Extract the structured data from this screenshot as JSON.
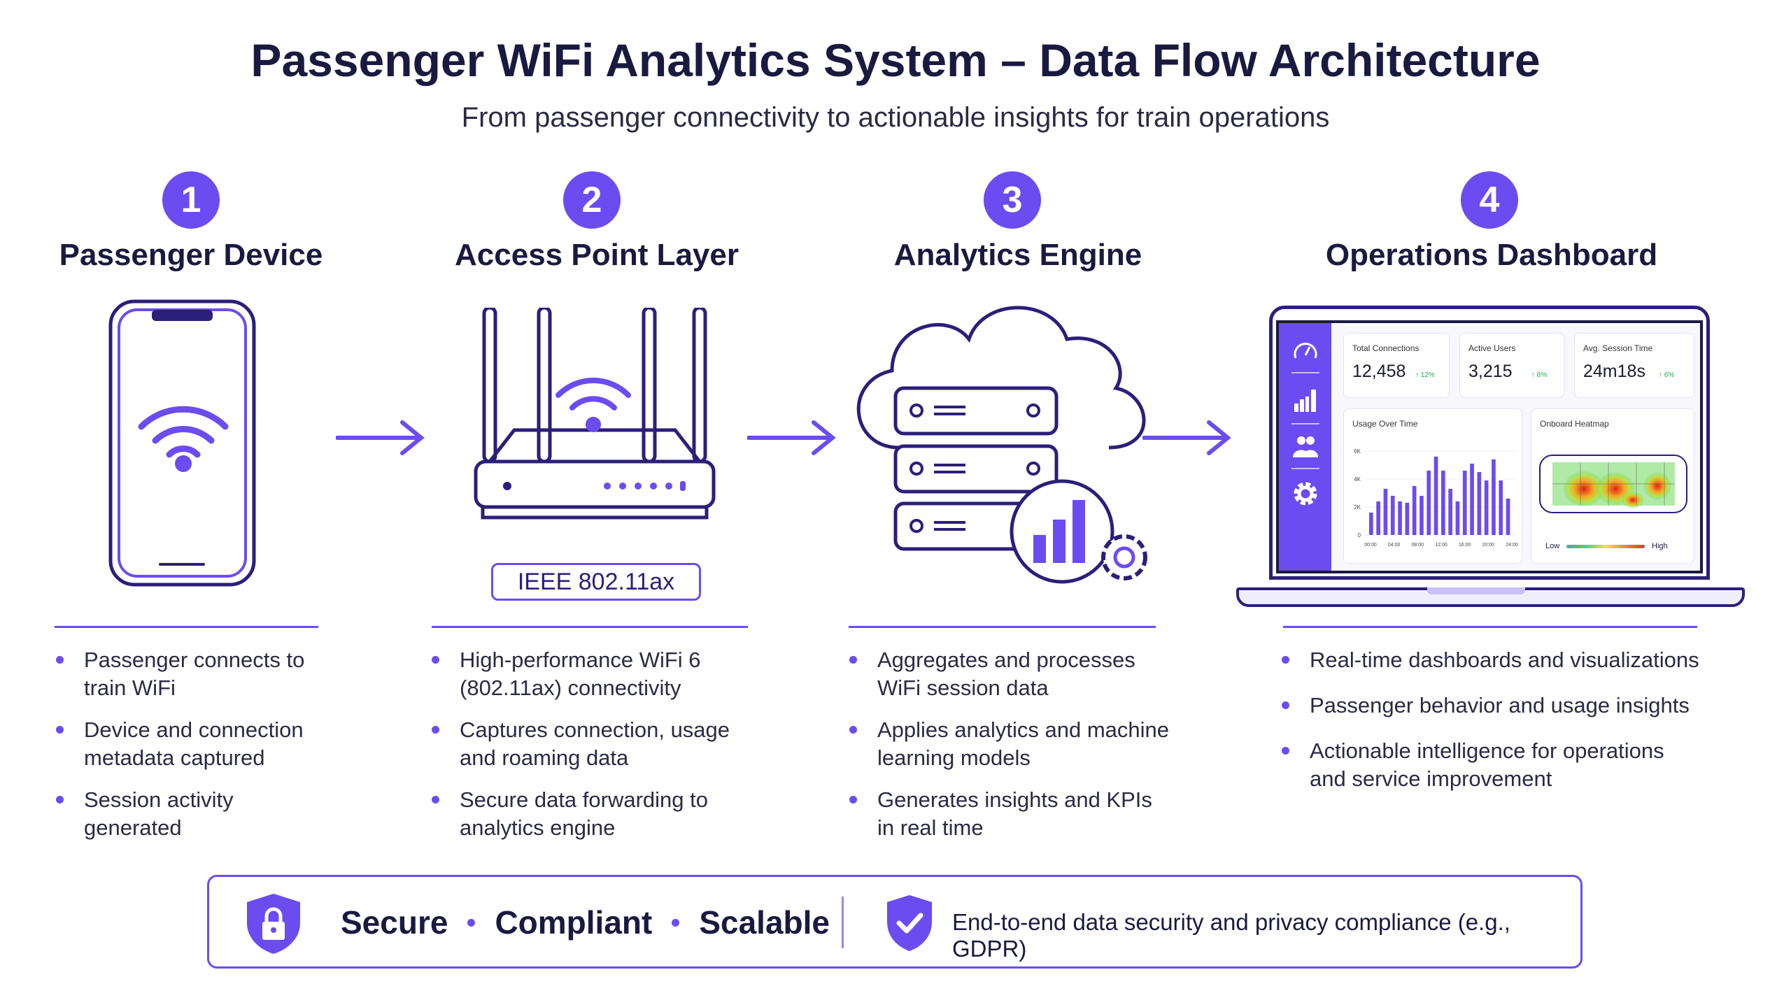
{
  "header": {
    "title": "Passenger WiFi Analytics System – Data Flow Architecture",
    "subtitle": "From passenger connectivity to actionable insights for train operations"
  },
  "accent_color": "#6b4cf0",
  "steps": [
    {
      "number": "1",
      "title": "Passenger Device",
      "icon": "smartphone-wifi-icon",
      "bullets": [
        "Passenger connects to\ntrain WiFi",
        "Device and connection\nmetadata captured",
        "Session activity generated"
      ]
    },
    {
      "number": "2",
      "title": "Access Point Layer",
      "icon": "wifi-router-icon",
      "badge": "IEEE 802.11ax",
      "bullets": [
        "High-performance WiFi 6\n(802.11ax) connectivity",
        "Captures connection, usage\nand roaming data",
        "Secure data forwarding to\nanalytics engine"
      ]
    },
    {
      "number": "3",
      "title": "Analytics Engine",
      "icon": "cloud-server-icon",
      "bullets": [
        "Aggregates and processes\nWiFi session data",
        "Applies analytics and machine\nlearning models",
        "Generates insights and KPIs\nin real time"
      ]
    },
    {
      "number": "4",
      "title": "Operations Dashboard",
      "icon": "laptop-dashboard-icon",
      "bullets": [
        "Real-time dashboards and visualizations",
        "Passenger behavior and usage insights",
        "Actionable intelligence for operations\nand service improvement"
      ]
    }
  ],
  "dashboard": {
    "sidebar_icons": [
      "gauge-icon",
      "bar-chart-icon",
      "users-icon",
      "gear-icon"
    ],
    "kpis": [
      {
        "label": "Total Connections",
        "value": "12,458",
        "delta": "↑ 12%"
      },
      {
        "label": "Active Users",
        "value": "3,215",
        "delta": "↑ 8%"
      },
      {
        "label": "Avg. Session Time",
        "value": "24m18s",
        "delta": "↑ 6%"
      }
    ],
    "usage_title": "Usage Over Time",
    "heatmap_title": "Onboard Heatmap",
    "heatmap_low": "Low",
    "heatmap_high": "High"
  },
  "chart_data": {
    "type": "bar",
    "title": "Usage Over Time",
    "yticks": [
      "0",
      "2K",
      "4K",
      "6K"
    ],
    "xticks": [
      "00:00",
      "04:00",
      "08:00",
      "12:00",
      "16:00",
      "20:00",
      "24:00"
    ],
    "ylim": [
      0,
      6000
    ],
    "values": [
      1600,
      2400,
      3300,
      2800,
      2400,
      2300,
      3500,
      2800,
      4600,
      5600,
      4600,
      3300,
      2400,
      4600,
      5100,
      4500,
      3900,
      5400,
      3900,
      2600
    ],
    "color": "#6b4cf0"
  },
  "footer": {
    "shield_icon": "lock-shield-icon",
    "items": [
      "Secure",
      "Compliant",
      "Scalable"
    ],
    "check_icon": "check-shield-icon",
    "note": "End-to-end data security and privacy compliance (e.g., GDPR)"
  }
}
